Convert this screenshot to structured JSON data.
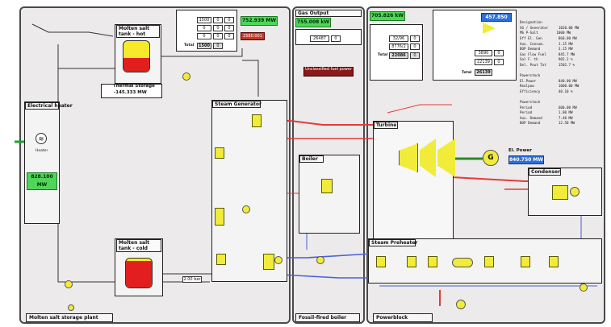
{
  "panels": {
    "storage": {
      "footer": "Molten salt storage plant"
    },
    "boiler": {
      "footer": "Fossil-fired boiler"
    },
    "powerblock": {
      "footer": "Powerblock"
    }
  },
  "storage": {
    "hot_tank_title": "Molten salt tank - hot",
    "cold_tank_title": "Molten salt tank - cold",
    "storage_label": "Thermal Storage",
    "storage_value": "-145.333 MW",
    "heater_title": "Electrical heater",
    "heater_value": "828.100 MW",
    "heater_sub": "Heater",
    "steam_gen_title": "Steam Generator",
    "table": {
      "rows": [
        [
          "1500",
          "0",
          "0"
        ],
        [
          "0",
          "0",
          "0"
        ],
        [
          "0",
          "0",
          "0"
        ]
      ],
      "total_label": "Total",
      "total_value": "1500",
      "total_extra": "0"
    },
    "power_value": "752.939 MW",
    "power_red": "2580.001",
    "valve_label": "2.00 bar"
  },
  "boiler": {
    "header": "Gas Output",
    "power_value": "755.008 kW",
    "row_label": "26487",
    "row_val": "0",
    "warn": "Unclassified fuel power",
    "boiler_title": "Boiler"
  },
  "powerblock": {
    "header_value": "705.826 kW",
    "rows": [
      [
        "",
        ""
      ],
      [
        "32/96",
        "0"
      ],
      [
        "8776/2",
        "0"
      ],
      [
        "Total",
        "22086",
        "0"
      ]
    ],
    "inner_rows": [
      [
        "3890",
        "0"
      ],
      [
        "22139",
        "0"
      ]
    ],
    "inner_total_label": "Total",
    "inner_total_value": "26139",
    "inner_gauge_value": "457.850",
    "turbine_title": "Turbine",
    "generator_label": "G",
    "el_power_label": "El. Power",
    "el_power_value": "840.750 MW",
    "condenser_title": "Condenser",
    "preheater_title": "Steam Preheater"
  },
  "stats": {
    "lines": [
      "Designation",
      "SG / Generator     1020.00 MW",
      "MS P-Salt         1000 MW",
      "Eff El. Gen        860.00 MW",
      "Aux. Consum.       1.15 MW",
      "BOP Demand         3.15 MW",
      "Gas Flow Fuel      845.7 MW",
      "Sal F. th          902.2 %",
      "Del. Pout Tot      1502.7 %",
      "",
      "Powerstock",
      "El.Power           840.00 MW",
      "Realpow            1000.00 MW",
      "Efficiency         40.10 %",
      "",
      "Powerstock",
      "Period             600.00 MW",
      "Period             1.00 MW",
      "Aux. Demand        7.40 MW",
      "BOP Demand         12.50 MW"
    ]
  },
  "colors": {
    "steam": "#e23b3b",
    "water": "#4a5ed6",
    "salt": "#222",
    "component": "#f1ec3a",
    "value_green": "#4fd65a",
    "value_blue": "#2d6fd8"
  }
}
